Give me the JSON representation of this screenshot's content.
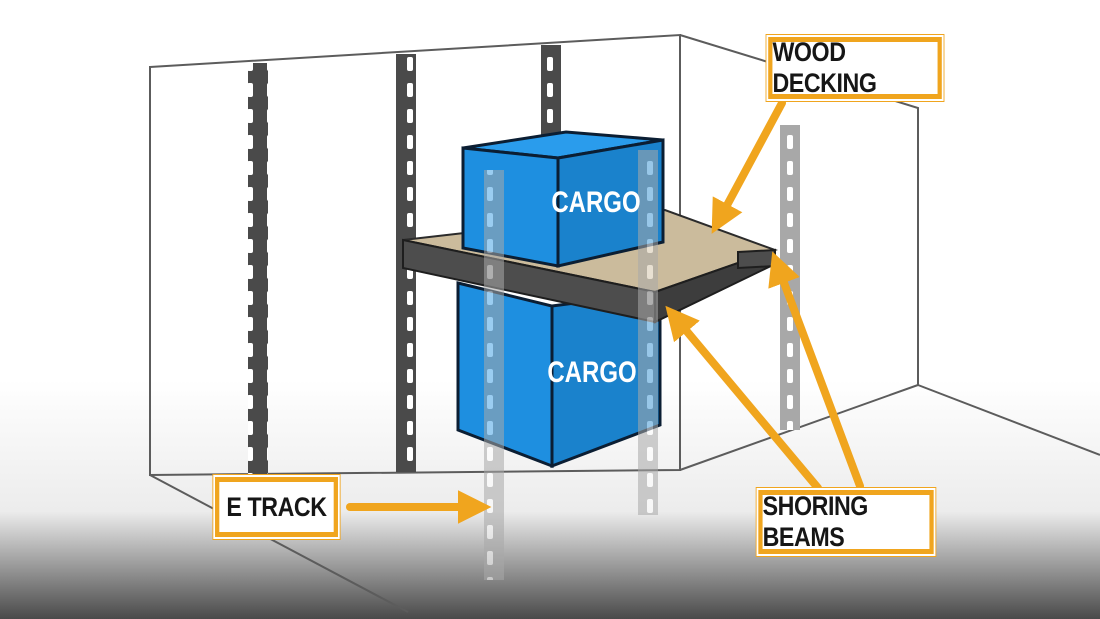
{
  "labels": {
    "wood_decking": "WOOD DECKING",
    "e_track": "E TRACK",
    "shoring_beams": "SHORING BEAMS",
    "cargo_top": "CARGO",
    "cargo_bottom": "CARGO"
  },
  "colors": {
    "callout_border": "#f0a51e",
    "arrow": "#f0a51e",
    "cargo_front": "#1e8fe0",
    "cargo_top": "#2a9cec",
    "cargo_outline": "#0b1e33",
    "track_dark": "#4a4a4a",
    "track_light": "#a8a8a8",
    "decking": "#cbbb9c",
    "beam": "#4d4d4d",
    "wall_line": "#5c5c5c"
  }
}
